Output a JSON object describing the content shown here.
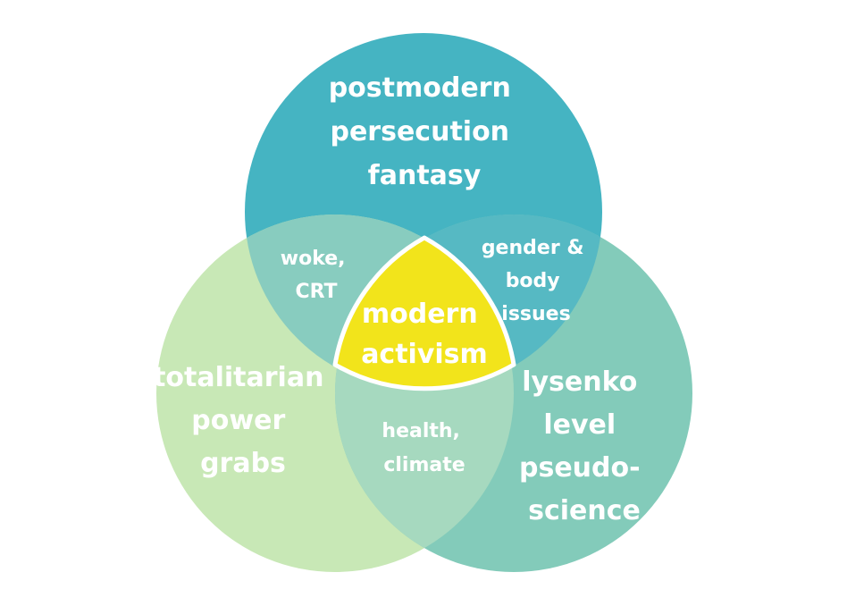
{
  "colors": {
    "top_circle": "#45b4c2",
    "left_circle": "#c8e8b6",
    "right_circle": "#83cbba",
    "top_left_overlap": "#88ccbf",
    "top_right_overlap": "#56b9c3",
    "left_right_overlap": "#a6d9bf",
    "center": "#f2e41b",
    "center_border": "#ffffff",
    "text": "#ffffff"
  },
  "circles": {
    "top": {
      "lines": [
        "postmodern",
        "persecution",
        "fantasy"
      ]
    },
    "left": {
      "lines": [
        "totalitarian",
        "power",
        "grabs"
      ]
    },
    "right": {
      "lines": [
        "lysenko",
        "level",
        "pseudo-",
        "science"
      ]
    }
  },
  "overlaps": {
    "top_left": {
      "lines": [
        "woke,",
        "CRT"
      ]
    },
    "top_right": {
      "lines": [
        "gender &",
        "body",
        "issues"
      ]
    },
    "left_right": {
      "lines": [
        "health,",
        "climate"
      ]
    }
  },
  "center": {
    "lines": [
      "modern",
      "activism"
    ]
  }
}
